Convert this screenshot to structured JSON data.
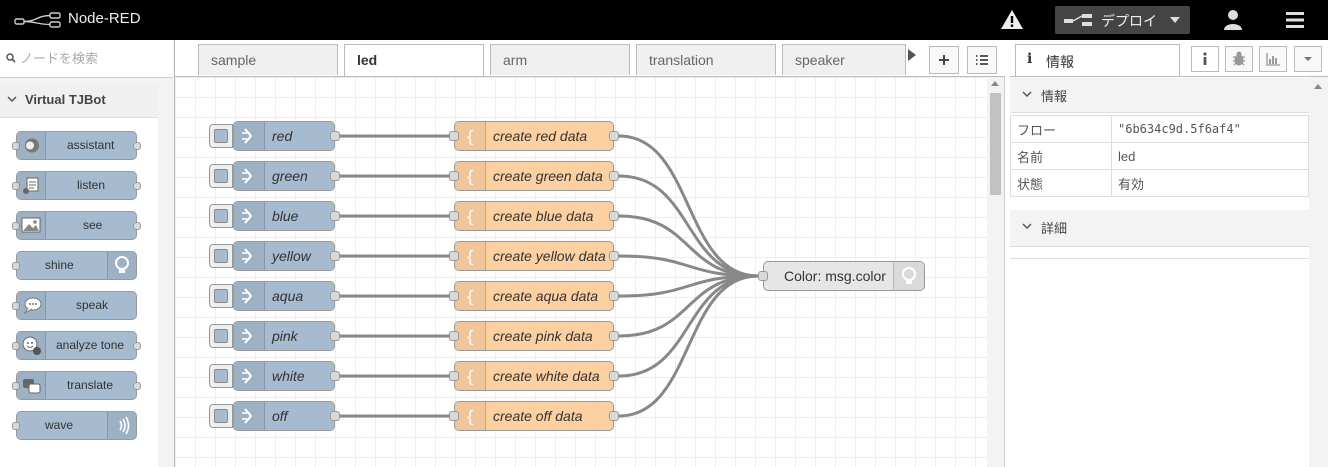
{
  "app": {
    "title": "Node-RED"
  },
  "header": {
    "deploy_label": "デプロイ"
  },
  "palette": {
    "search_placeholder": "ノードを検索",
    "category": "Virtual TJBot",
    "nodes": [
      {
        "label": "assistant",
        "icon": "assistant-icon"
      },
      {
        "label": "listen",
        "icon": "listen-icon"
      },
      {
        "label": "see",
        "icon": "image-icon"
      },
      {
        "label": "shine",
        "icon": "lightbulb-icon"
      },
      {
        "label": "speak",
        "icon": "speech-bubble-icon"
      },
      {
        "label": "analyze tone",
        "icon": "tone-icon"
      },
      {
        "label": "translate",
        "icon": "translate-icon"
      },
      {
        "label": "wave",
        "icon": "wave-icon"
      }
    ]
  },
  "tabs": [
    {
      "label": "sample",
      "active": false
    },
    {
      "label": "led",
      "active": true
    },
    {
      "label": "arm",
      "active": false
    },
    {
      "label": "translation",
      "active": false
    },
    {
      "label": "speaker",
      "active": false
    }
  ],
  "flow": {
    "inject_nodes": [
      "red",
      "green",
      "blue",
      "yellow",
      "aqua",
      "pink",
      "white",
      "off"
    ],
    "function_nodes": [
      "create red data",
      "create green data",
      "create blue data",
      "create yellow data",
      "create aqua data",
      "create pink data",
      "create white data",
      "create off data"
    ],
    "output_node": "Color: msg.color"
  },
  "sidebar": {
    "tab_label": "情報",
    "section_info": "情報",
    "rows": [
      {
        "key": "フロー",
        "value": "\"6b634c9d.5f6af4\""
      },
      {
        "key": "名前",
        "value": "led"
      },
      {
        "key": "状態",
        "value": "有効"
      }
    ],
    "section_details": "詳細"
  },
  "colors": {
    "inject": "#a6bbcf",
    "function": "#fdd0a2",
    "output": "#e6e6e6",
    "wire": "#888888",
    "header": "#000000"
  }
}
